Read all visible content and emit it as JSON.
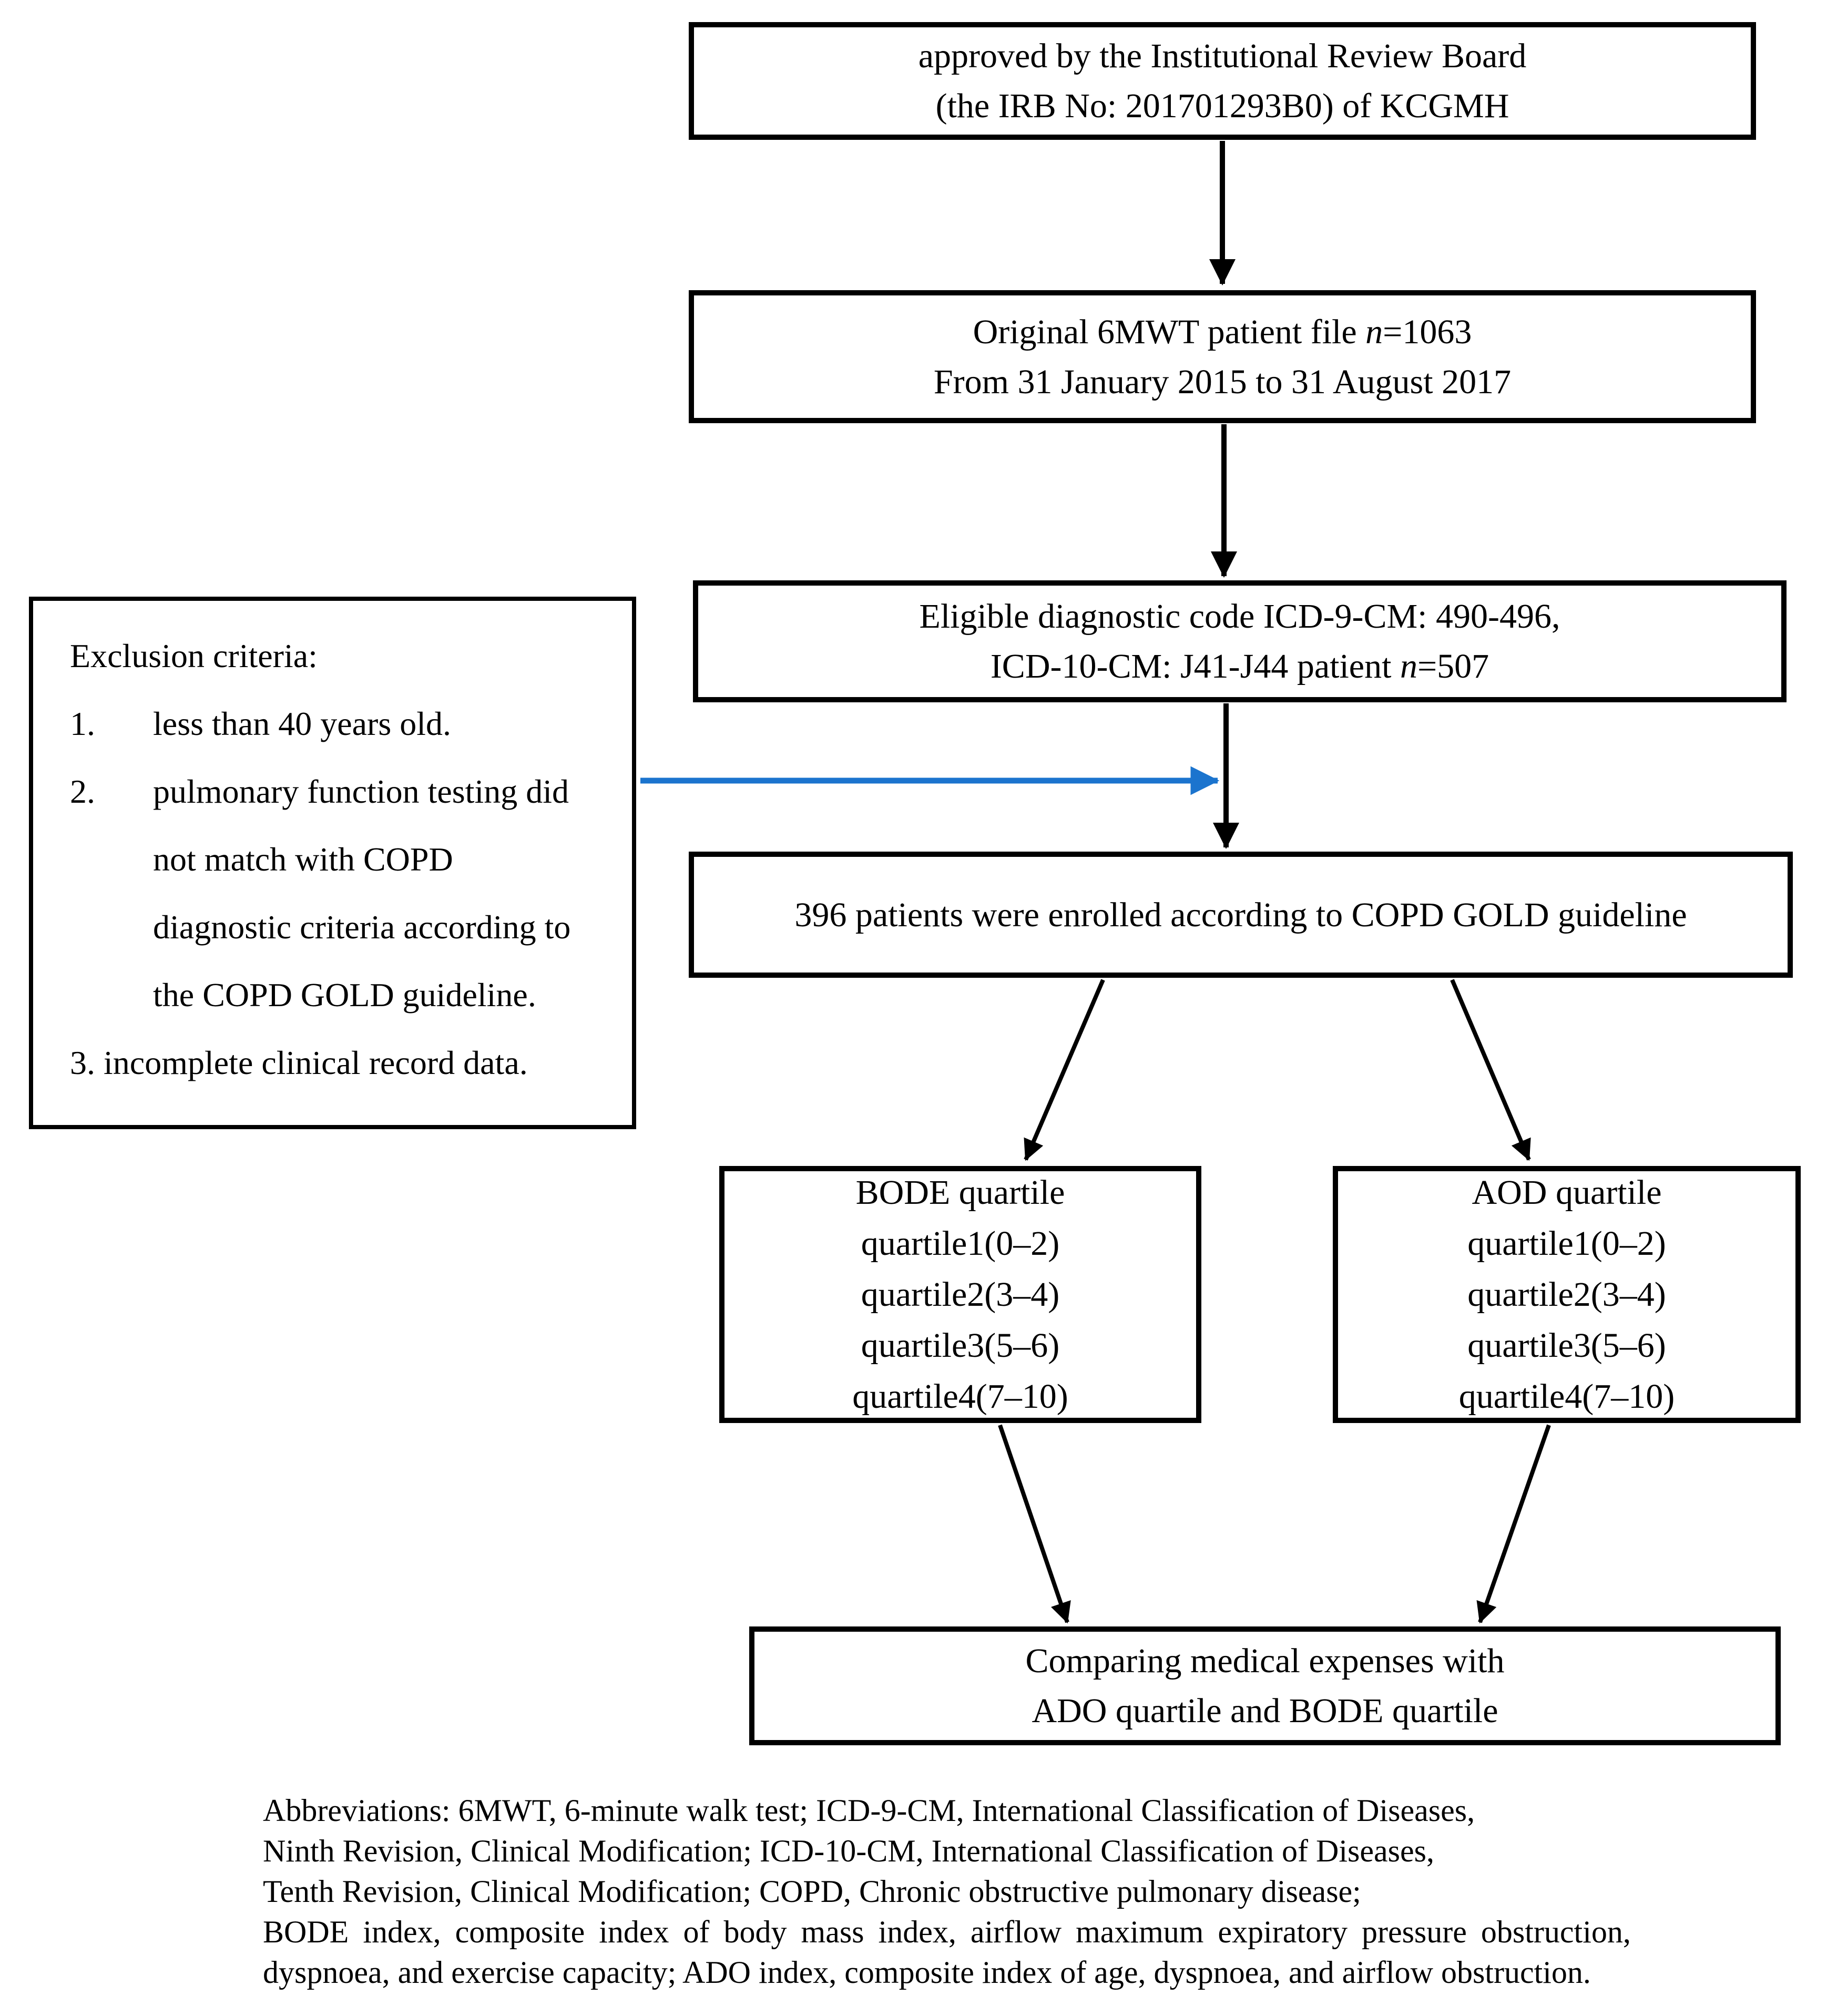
{
  "colors": {
    "background": "#FFFFFF",
    "text": "#000000",
    "border": "#000000",
    "arrow_black": "#000000",
    "arrow_blue": "#1B74CE"
  },
  "boxes": {
    "irb": {
      "lines": [
        "approved by the Institutional Review Board",
        "(the IRB No: 201701293B0) of KCGMH"
      ]
    },
    "original": {
      "lines": [
        [
          {
            "t": "Original 6MWT patient file "
          },
          {
            "t": "n",
            "i": true
          },
          {
            "t": "=1063"
          }
        ],
        "From 31 January 2015 to 31 August 2017"
      ]
    },
    "eligible": {
      "lines": [
        "Eligible diagnostic code ICD-9-CM: 490-496,",
        [
          {
            "t": "ICD-10-CM: J41-J44 patient "
          },
          {
            "t": "n",
            "i": true
          },
          {
            "t": "=507"
          }
        ]
      ]
    },
    "enrolled": {
      "lines": [
        "396 patients were enrolled according to COPD GOLD guideline"
      ]
    },
    "bode": {
      "lines": [
        "BODE quartile",
        "quartile1(0–2)",
        "quartile2(3–4)",
        "quartile3(5–6)",
        "quartile4(7–10)"
      ]
    },
    "aod": {
      "lines": [
        "AOD quartile",
        "quartile1(0–2)",
        "quartile2(3–4)",
        "quartile3(5–6)",
        "quartile4(7–10)"
      ]
    },
    "compare": {
      "lines": [
        "Comparing medical expenses with",
        "ADO quartile and BODE quartile"
      ]
    }
  },
  "exclusion": {
    "rows": [
      {
        "type": "title",
        "text": "Exclusion criteria:"
      },
      {
        "type": "item",
        "num": "1.",
        "text": "less than 40 years old."
      },
      {
        "type": "item",
        "num": "2.",
        "text": "pulmonary function testing did"
      },
      {
        "type": "cont",
        "text": "not match with COPD"
      },
      {
        "type": "cont",
        "text": "diagnostic criteria according to"
      },
      {
        "type": "cont",
        "text": "the COPD GOLD guideline."
      },
      {
        "type": "plain",
        "text": "3. incomplete clinical record data."
      }
    ]
  },
  "abbreviations": {
    "lines": [
      "Abbreviations: 6MWT, 6-minute walk test; ICD-9-CM, International Classification of Diseases,",
      "Ninth Revision, Clinical Modification; ICD-10-CM, International Classification of Diseases,",
      "Tenth Revision, Clinical Modification; COPD, Chronic obstructive pulmonary disease;",
      "BODE index, composite index of body mass index, airflow maximum expiratory pressure obstruction,",
      "dyspnoea, and exercise capacity; ADO index, composite index of age, dyspnoea, and airflow obstruction."
    ]
  }
}
